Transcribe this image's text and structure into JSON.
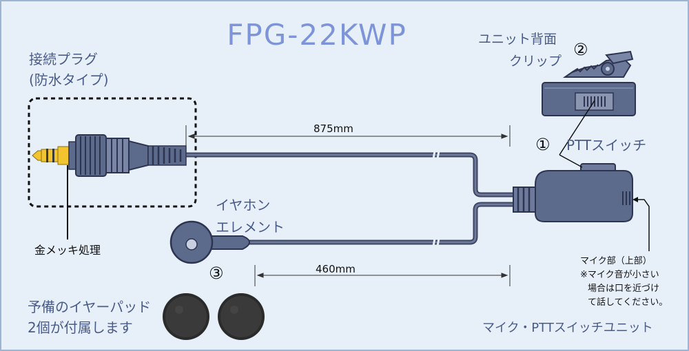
{
  "title": "FPG-22KWP",
  "labels": {
    "plug_line1": "接続プラグ",
    "plug_line2": "(防水タイプ)",
    "gold_plating": "金メッキ処理",
    "clip_line1": "ユニット背面",
    "clip_line2": "クリップ",
    "clip_num": "②",
    "ptt_num": "①",
    "ptt_switch": "PTTスイッチ",
    "earphone_line1": "イヤホン",
    "earphone_line2": "エレメント",
    "earphone_num": "③",
    "mic_line1": "マイク部（上部）",
    "mic_line2": "※マイク音が小さい",
    "mic_line3": "場合は口を近づけ",
    "mic_line4": "て話してください。",
    "spare_line1": "予備のイヤーパッド",
    "spare_line2": "2個が付属します",
    "unit_name": "マイク・PTTスイッチユニット"
  },
  "dimensions": {
    "cable_top": "875mm",
    "cable_bottom": "460mm"
  },
  "colors": {
    "background": "#e7f0f9",
    "title": "#7d94d8",
    "body": "#5c6a8c",
    "label": "#4a5b8a",
    "plug_gold": "#f2c530"
  }
}
